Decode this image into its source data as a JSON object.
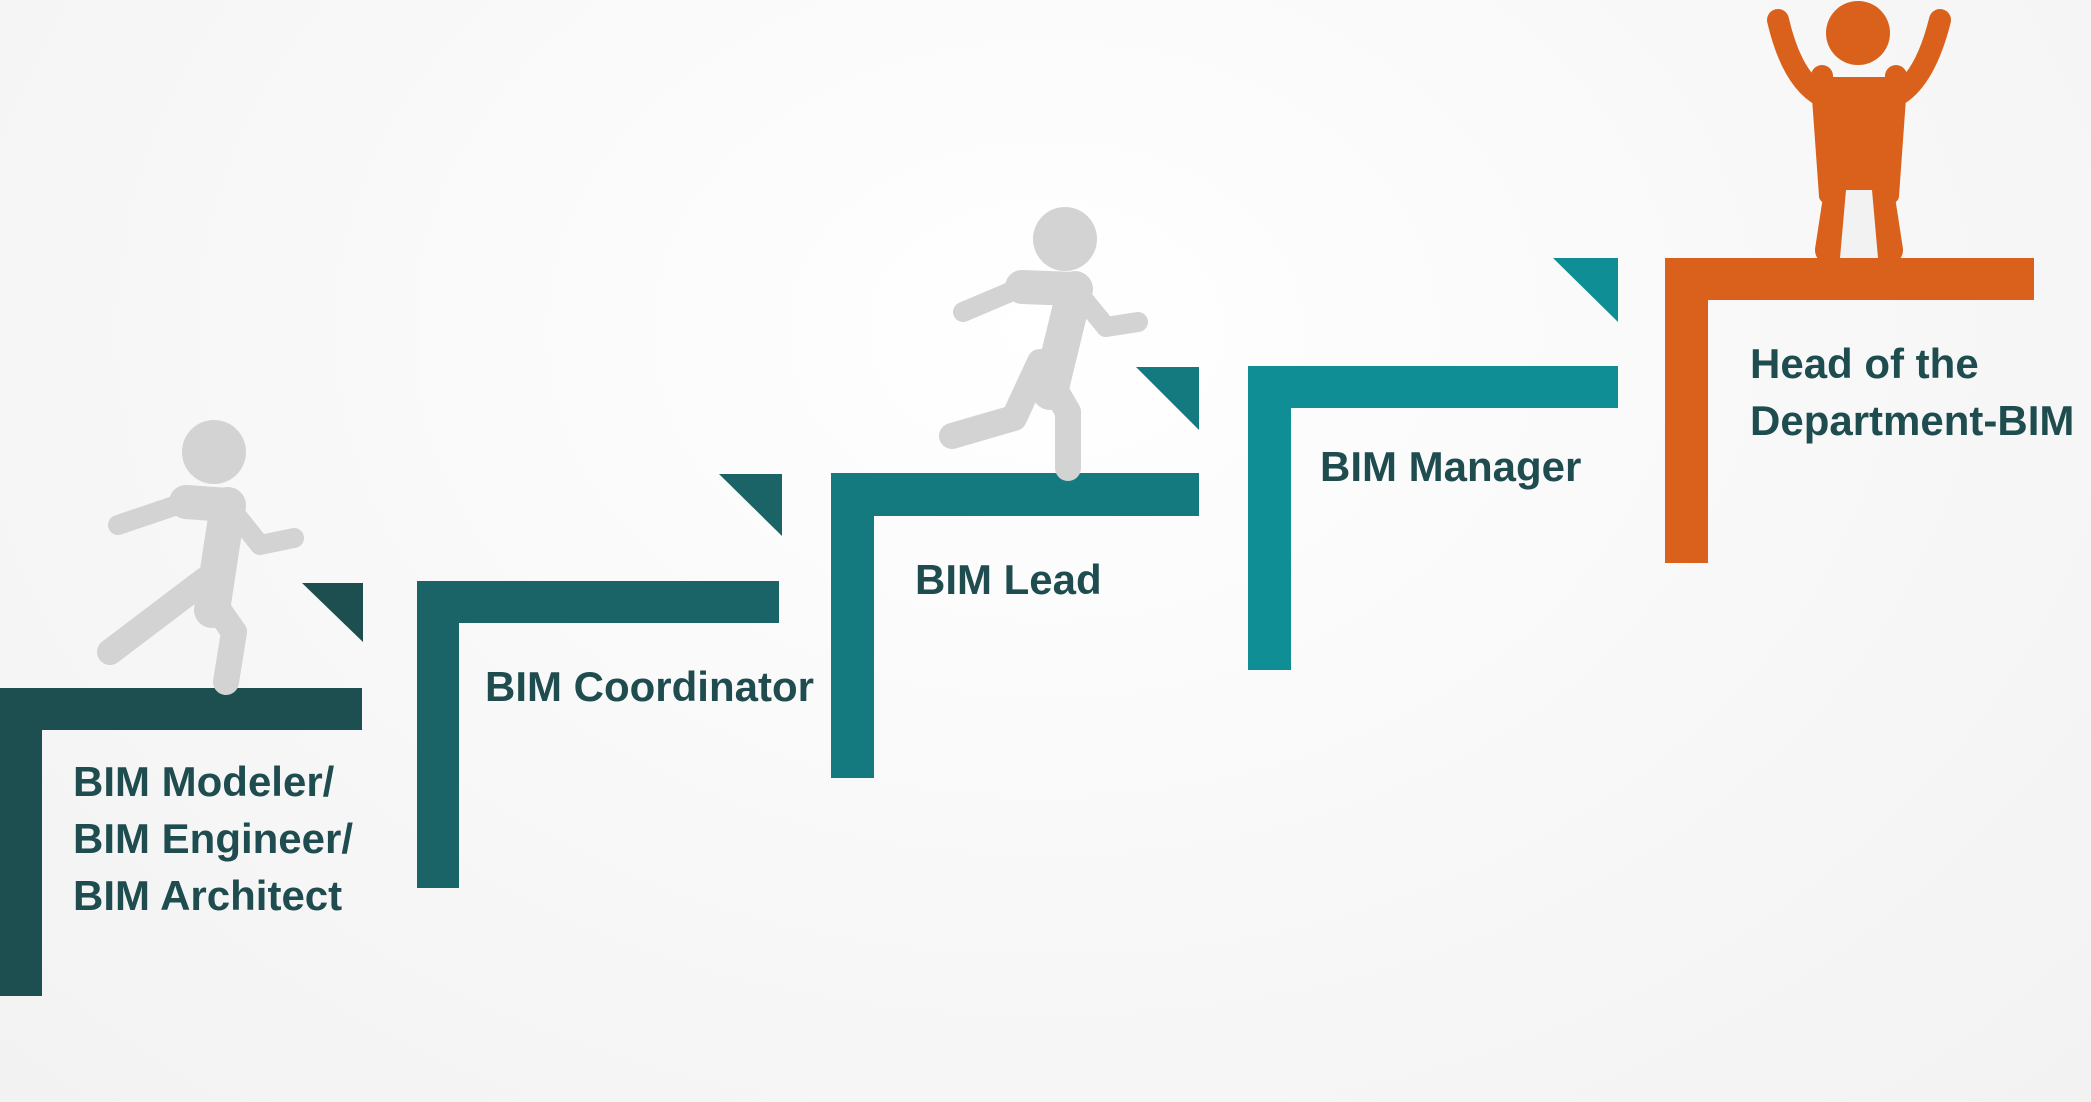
{
  "colors": {
    "step1": "#1d4f50",
    "step2": "#1a6468",
    "step3": "#157a80",
    "step4": "#0f8e96",
    "top": "#d9611c",
    "figure_gray": "#d3d3d3",
    "label_text": "#1e4c4f"
  },
  "steps": [
    {
      "lines": [
        "BIM Modeler/",
        "BIM Engineer/",
        "BIM Architect"
      ]
    },
    {
      "lines": [
        "BIM Coordinator"
      ]
    },
    {
      "lines": [
        "BIM Lead"
      ]
    },
    {
      "lines": [
        "BIM Manager"
      ]
    },
    {
      "lines": [
        "Head of the",
        "Department-BIM"
      ]
    }
  ],
  "figures": [
    {
      "icon": "running-person-icon",
      "color": "gray"
    },
    {
      "icon": "running-person-icon",
      "color": "gray"
    },
    {
      "icon": "celebrating-person-icon",
      "color": "orange"
    }
  ]
}
